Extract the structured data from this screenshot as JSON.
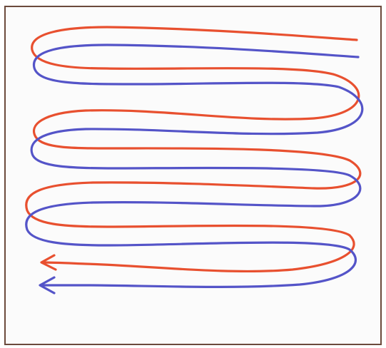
{
  "figure": {
    "description_labels": [],
    "colors": {
      "frame": "#6b4a3c",
      "background": "#fbfbfb",
      "curve_red": "#e8502f",
      "curve_blue": "#5454c8"
    },
    "curves": [
      {
        "name": "red-curve",
        "color": "#e8502f",
        "arrow": "left"
      },
      {
        "name": "blue-curve",
        "color": "#5454c8",
        "arrow": "left"
      }
    ]
  }
}
